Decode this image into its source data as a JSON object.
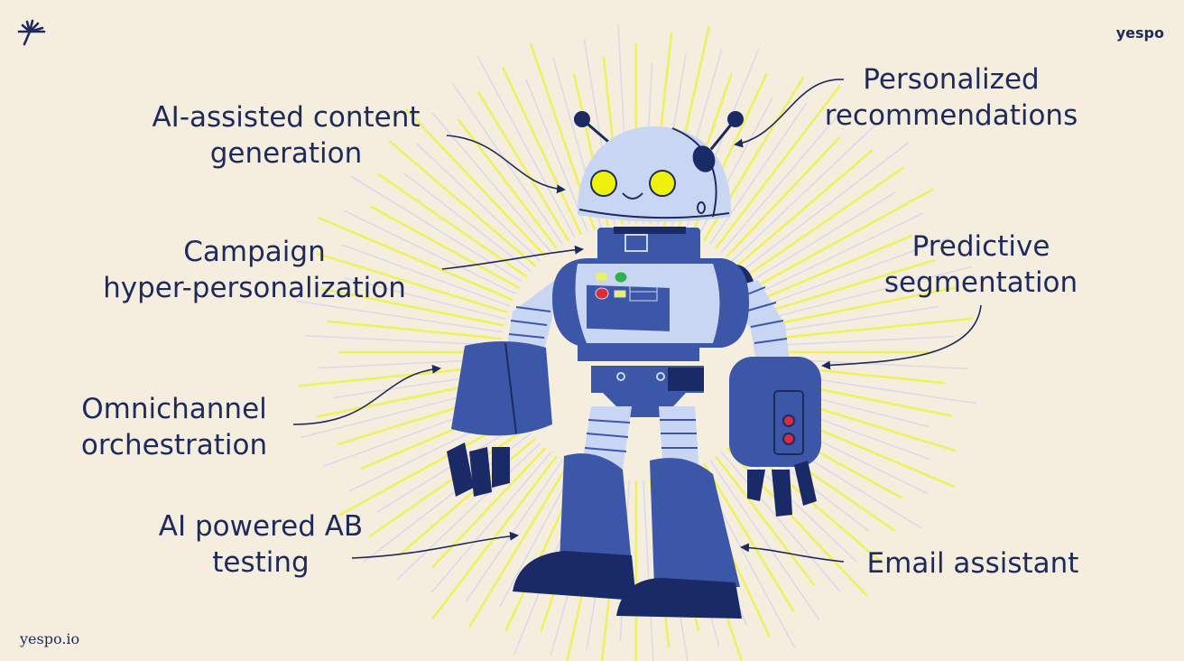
{
  "brand": "yespo",
  "site": "yespo.io",
  "colors": {
    "background": "#f5eedf",
    "text": "#1d2a5c",
    "robot_blue": "#3d57a8",
    "robot_light": "#c9d6f3",
    "robot_dark": "#1a2a66",
    "ray_yellow": "#eef25a",
    "eye": "#eef20a"
  },
  "labels": {
    "content": [
      "AI-assisted content",
      "generation"
    ],
    "recommend": [
      "Personalized",
      "recommendations"
    ],
    "campaign": [
      "Campaign",
      "hyper-personalization"
    ],
    "segment": [
      "Predictive",
      "segmentation"
    ],
    "omni": [
      "Omnichannel",
      "orchestration"
    ],
    "ab": [
      "AI powered AB",
      "testing"
    ],
    "email": [
      "Email assistant"
    ]
  }
}
